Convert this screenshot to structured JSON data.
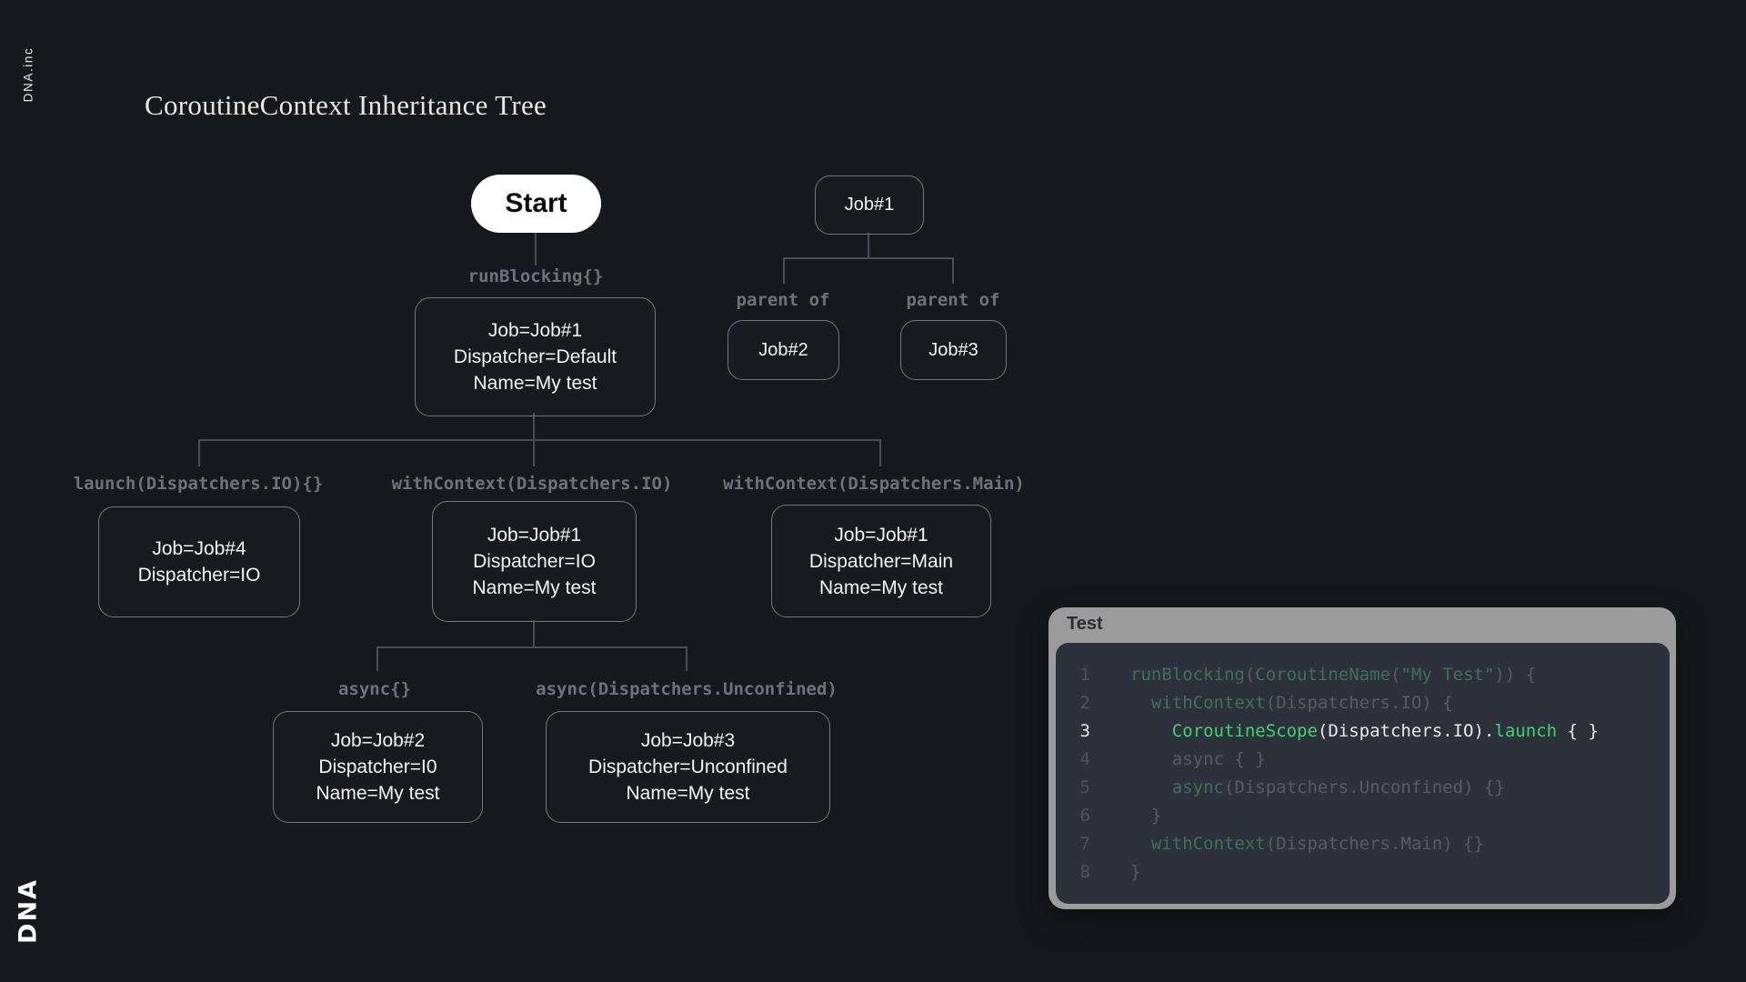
{
  "background": "#16181c",
  "brand": {
    "top_left_vertical": "DNA.inc",
    "bottom_left_logo": "DNA"
  },
  "title": "CoroutineContext Inheritance Tree",
  "tree": {
    "start_label": "Start",
    "edge_labels": {
      "run_blocking": "runBlocking{}",
      "parent_of_left": "parent of",
      "parent_of_right": "parent of",
      "launch_io": "launch(Dispatchers.IO){}",
      "with_context_io": "withContext(Dispatchers.IO)",
      "with_context_main": "withContext(Dispatchers.Main)",
      "async_empty": "async{}",
      "async_unconfined": "async(Dispatchers.Unconfined)"
    },
    "nodes": {
      "root": {
        "lines": [
          "Job=Job#1",
          "Dispatcher=Default",
          "Name=My test"
        ]
      },
      "job1": {
        "lines": [
          "Job#1"
        ]
      },
      "job2": {
        "lines": [
          "Job#2"
        ]
      },
      "job3": {
        "lines": [
          "Job#3"
        ]
      },
      "launch_io": {
        "lines": [
          "Job=Job#4",
          "Dispatcher=IO"
        ]
      },
      "with_io": {
        "lines": [
          "Job=Job#1",
          "Dispatcher=IO",
          "Name=My test"
        ]
      },
      "with_main": {
        "lines": [
          "Job=Job#1",
          "Dispatcher=Main",
          "Name=My test"
        ]
      },
      "async_empty": {
        "lines": [
          "Job=Job#2",
          "Dispatcher=I0",
          "Name=My test"
        ]
      },
      "async_unconfined": {
        "lines": [
          "Job=Job#3",
          "Dispatcher=Unconfined",
          "Name=My test"
        ]
      }
    }
  },
  "code_panel": {
    "title": "Test",
    "lines": [
      {
        "n": "1",
        "hl": false,
        "indent": 0,
        "tokens": [
          {
            "t": "runBlocking",
            "c": "kw"
          },
          {
            "t": "(",
            "c": "p"
          },
          {
            "t": "CoroutineName",
            "c": "kw"
          },
          {
            "t": "(",
            "c": "p"
          },
          {
            "t": "\"My Test\"",
            "c": "kw"
          },
          {
            "t": ")) {",
            "c": "p"
          }
        ]
      },
      {
        "n": "2",
        "hl": false,
        "indent": 2,
        "tokens": [
          {
            "t": "withContext",
            "c": "kw"
          },
          {
            "t": "(Dispatchers.IO) {",
            "c": "p"
          }
        ]
      },
      {
        "n": "3",
        "hl": true,
        "indent": 4,
        "tokens": [
          {
            "t": "CoroutineScope",
            "c": "kw"
          },
          {
            "t": "(Dispatchers.IO).",
            "c": "p"
          },
          {
            "t": "launch",
            "c": "kw"
          },
          {
            "t": " { }",
            "c": "p"
          }
        ]
      },
      {
        "n": "4",
        "hl": false,
        "indent": 4,
        "tokens": [
          {
            "t": "async { }",
            "c": "p"
          }
        ]
      },
      {
        "n": "5",
        "hl": false,
        "indent": 4,
        "tokens": [
          {
            "t": "async",
            "c": "kw"
          },
          {
            "t": "(Dispatchers.Unconfined) {}",
            "c": "p"
          }
        ]
      },
      {
        "n": "6",
        "hl": false,
        "indent": 2,
        "tokens": [
          {
            "t": "}",
            "c": "p"
          }
        ]
      },
      {
        "n": "7",
        "hl": false,
        "indent": 2,
        "tokens": [
          {
            "t": "withContext",
            "c": "kw"
          },
          {
            "t": "(Dispatchers.Main) {}",
            "c": "p"
          }
        ]
      },
      {
        "n": "8",
        "hl": false,
        "indent": 0,
        "tokens": [
          {
            "t": "}",
            "c": "p"
          }
        ]
      }
    ]
  },
  "colors": {
    "accent_green": "#3bd46e",
    "dim_green": "#3e7254",
    "dim_gray": "#565c66",
    "panel_gray": "#9b9b9b",
    "code_background": "#2d313c",
    "node_border": "#74777d",
    "connector": "#4a4d52",
    "label_gray": "#6f7277",
    "start_pill": "#ffffff"
  }
}
